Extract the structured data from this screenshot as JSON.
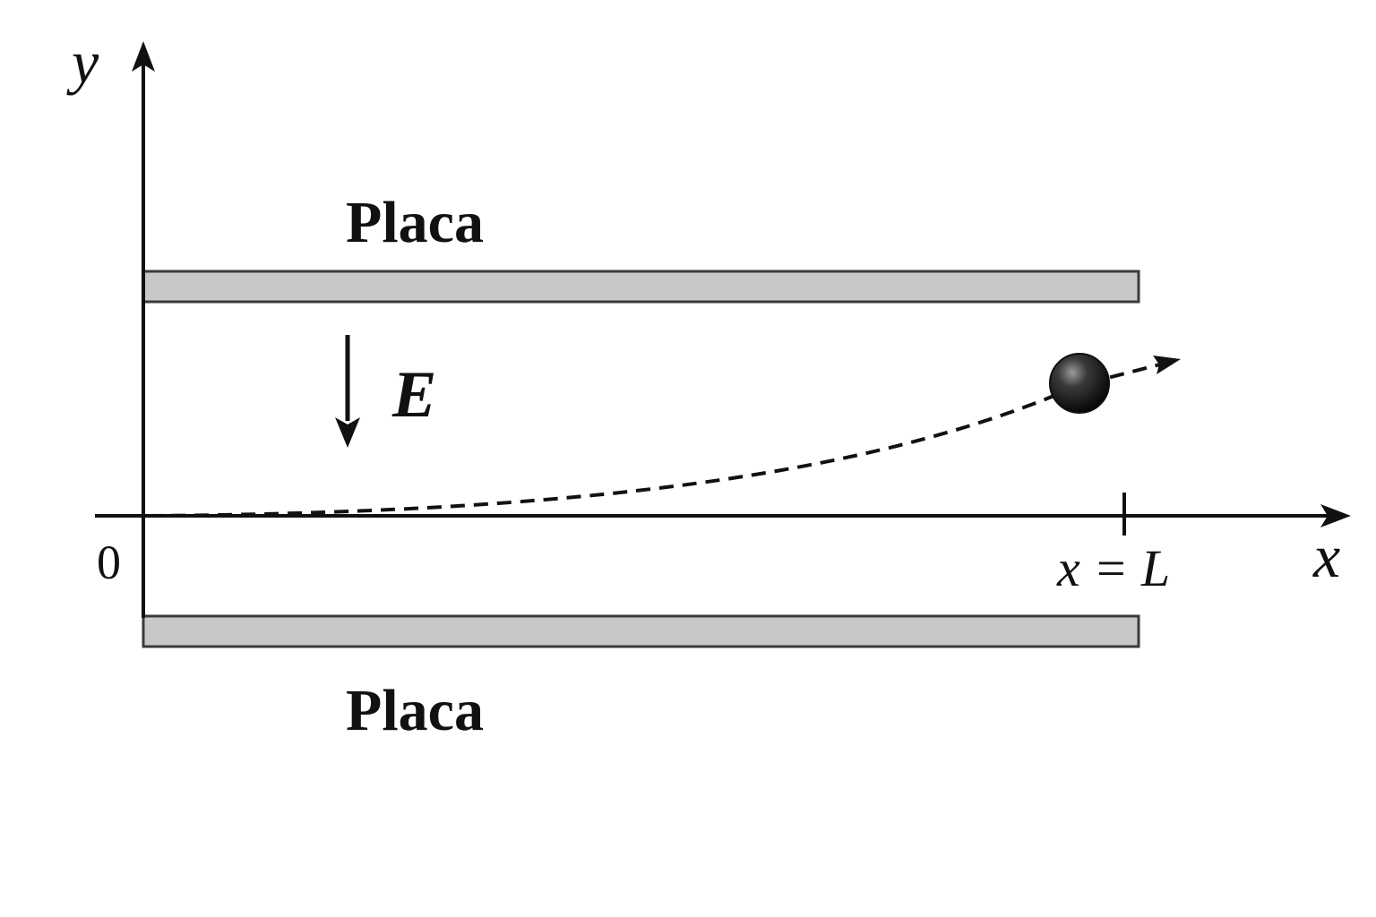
{
  "labels": {
    "y_axis": "y",
    "x_axis": "x",
    "origin": "0",
    "top_plate": "Placa",
    "bottom_plate": "Placa",
    "field": "E",
    "plate_end": "x = L"
  },
  "colors": {
    "ink": "#111111",
    "plate_fill": "#c8c8c8",
    "plate_stroke": "#3a3a3a",
    "particle_dark": "#0a0a0a",
    "particle_light": "#9a9a9a"
  }
}
